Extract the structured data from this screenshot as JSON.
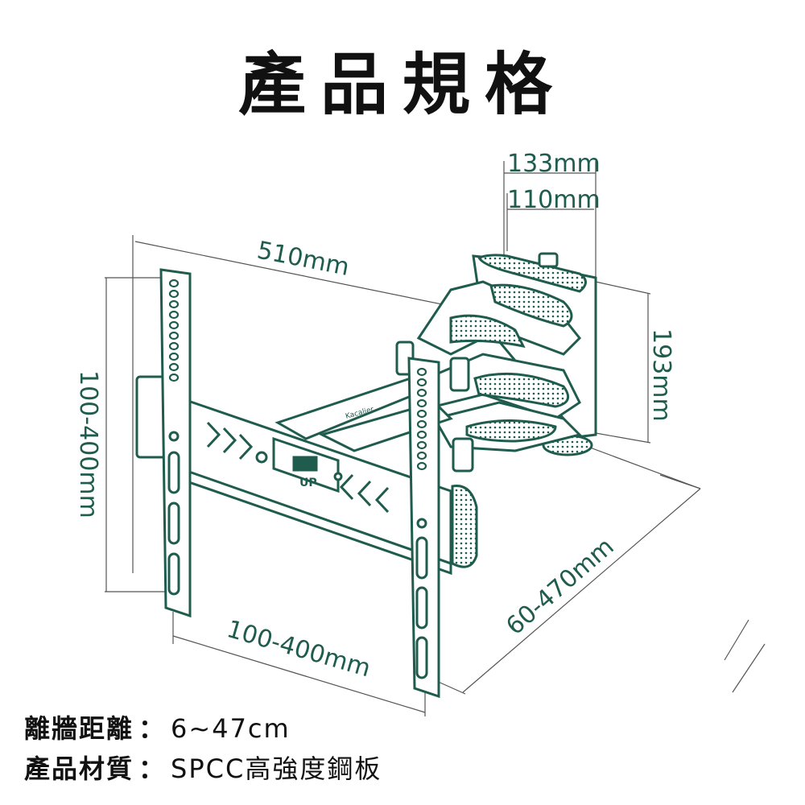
{
  "title": "產品規格",
  "colors": {
    "line": "#1f5c4e",
    "fill": "#ffffff",
    "text_title": "#111111",
    "dimension_text": "#1f5c4e",
    "dimension_line": "#555555"
  },
  "dimensions": {
    "depth_outer": "133mm",
    "depth_inner": "110mm",
    "width": "510mm",
    "height_plate": "193mm",
    "vesa_vertical": "100-400mm",
    "vesa_horizontal": "100-400mm",
    "extension": "60-470mm"
  },
  "bracket_labels": {
    "up_marker": "UP",
    "brand": "Kacalier"
  },
  "specs": [
    {
      "label": "離牆距離",
      "separator": "：",
      "value": "6~47cm"
    },
    {
      "label": "產品材質",
      "separator": "：",
      "value": "SPCC高強度鋼板"
    }
  ]
}
